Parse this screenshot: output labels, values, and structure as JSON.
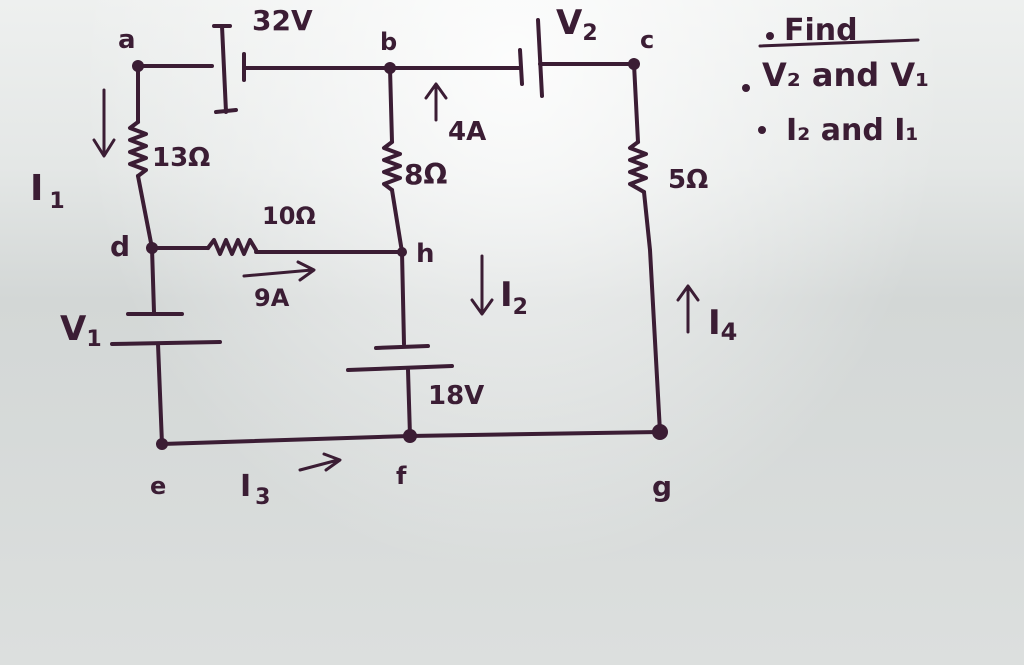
{
  "nodes": {
    "a": "a",
    "b": "b",
    "c": "c",
    "d": "d",
    "e": "e",
    "f": "f",
    "g": "g",
    "h": "h"
  },
  "components": {
    "battery_ab": "32V",
    "battery_bc": "V",
    "battery_bc_sub": "2",
    "battery_v1": "V",
    "battery_v1_sub": "1",
    "battery_h_f": "18V",
    "resistor_ad": "13Ω",
    "resistor_bh": "8Ω",
    "resistor_cg": "5Ω",
    "resistor_dh": "10Ω"
  },
  "currents": {
    "i1": "I",
    "i1_sub": "1",
    "i2": "I",
    "i2_sub": "2",
    "i3": "I",
    "i3_sub": "3",
    "i4": "I",
    "i4_sub": "4",
    "known_bh": "4A",
    "known_dh": "9A"
  },
  "notes": {
    "heading": "Find",
    "line1": "V₂ and V₁",
    "line2": "I₂ and I₁"
  },
  "colors": {
    "ink": "#3b1d34",
    "paper": "#e4e7e6"
  }
}
